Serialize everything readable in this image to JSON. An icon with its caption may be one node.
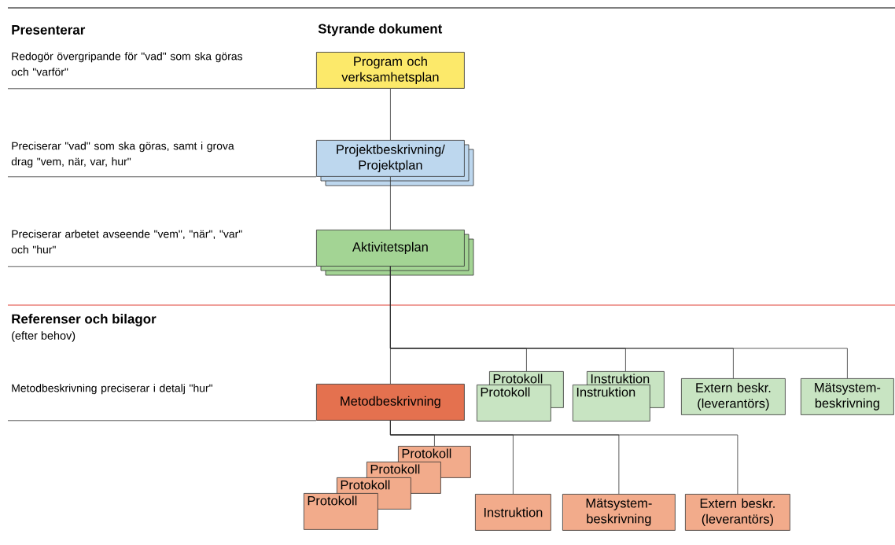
{
  "diagram": {
    "nodes": [
      {
        "text": [
          "Redogör övergripande för \"vad\" som ska göras och \"varför\""
        ]
      },
      {
        "text": [
          "Program och verksamhetsplan"
        ]
      },
      {
        "text": [
          "Preciserar \"vad\" som ska göras, samt i grova drag \"vem, när, var, hur\""
        ]
      },
      {
        "text": [
          "Projektbeskrivning/ Projektplan"
        ]
      },
      {
        "text": [
          "Preciserar arbetet avseende \"vem\", \"när\", \"var\" och \"hur\""
        ]
      },
      {
        "text": [
          "Aktivitetsplan"
        ]
      },
      {
        "text": [
          "Metodbeskrivning preciserar i detalj \"hur\""
        ]
      },
      {
        "text": [
          "Metodbeskrivning"
        ]
      },
      {
        "text": [
          "Protokoll"
        ]
      },
      {
        "text": [
          "Protokoll"
        ]
      },
      {
        "text": [
          "Instruktion"
        ]
      },
      {
        "text": [
          "Instruktion"
        ]
      },
      {
        "text": [
          "Extern beskr. (leverantörs)"
        ]
      },
      {
        "text": [
          "Mätsystem-beskrivning"
        ]
      },
      {
        "text": [
          "Protokoll"
        ]
      },
      {
        "text": [
          "Protokoll"
        ]
      },
      {
        "text": [
          "Protokoll"
        ]
      },
      {
        "text": [
          "Protokoll"
        ]
      },
      {
        "text": [
          "Instruktion"
        ]
      },
      {
        "text": [
          "Mätsystem-beskrivning"
        ]
      },
      {
        "text": [
          "Extern beskr. (leverantörs)"
        ]
      }
    ],
    "edges": [
      {
        "from": 0,
        "to": 1,
        "arrow": "none"
      },
      {
        "from": 2,
        "to": 3,
        "arrow": "none"
      },
      {
        "from": 4,
        "to": 5,
        "arrow": "none"
      },
      {
        "from": 6,
        "to": 7,
        "arrow": "none"
      },
      {
        "from": 1,
        "to": 3,
        "arrow": "none"
      },
      {
        "from": 3,
        "to": 5,
        "arrow": "none"
      },
      {
        "from": 5,
        "to": 7,
        "arrow": "none"
      },
      {
        "from": 5,
        "to": 8,
        "arrow": "none"
      },
      {
        "from": 5,
        "to": 10,
        "arrow": "none"
      },
      {
        "from": 5,
        "to": 12,
        "arrow": "none"
      },
      {
        "from": 5,
        "to": 13,
        "arrow": "none"
      },
      {
        "from": 7,
        "to": 14,
        "arrow": "none"
      },
      {
        "from": 7,
        "to": 18,
        "arrow": "none"
      },
      {
        "from": 7,
        "to": 19,
        "arrow": "none"
      },
      {
        "from": 7,
        "to": 20,
        "arrow": "none"
      }
    ],
    "labels": [
      "Presenterar",
      "Styrande dokument",
      "Referenser och bilagor",
      "(efter behov)"
    ]
  }
}
